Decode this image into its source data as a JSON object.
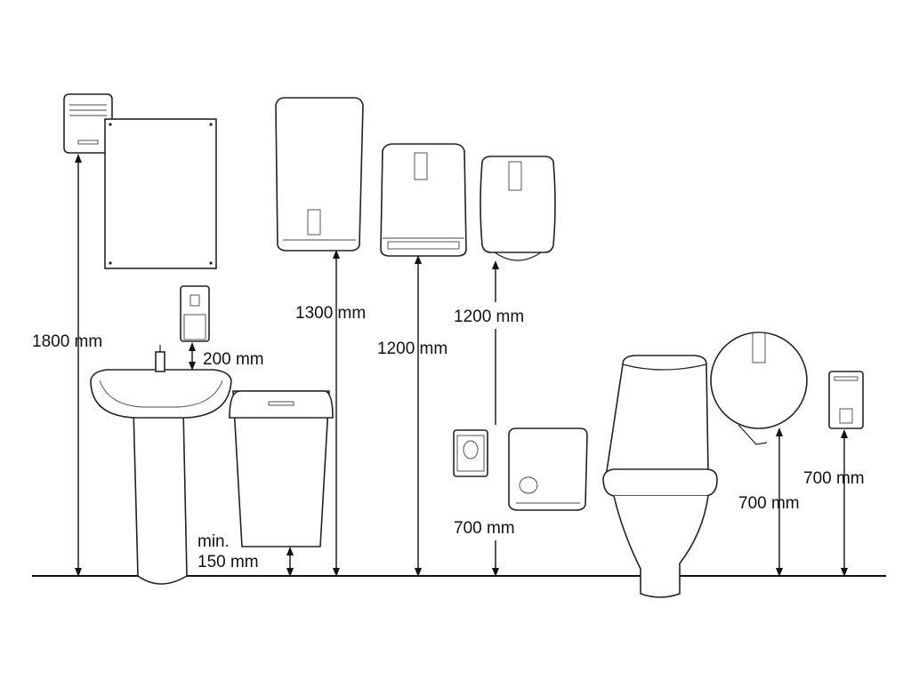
{
  "diagram": {
    "labels": {
      "hand_dryer_height": "1800 mm",
      "soap_above_tap": "200 mm",
      "bin_min_label": "min.",
      "bin_min_value": "150 mm",
      "large_towel_height": "1300 mm",
      "towel_dispenser_height": "1200 mm",
      "centerfeed_height": "1200 mm",
      "small_dispenser_height": "700 mm",
      "jumbo_roll_height": "700 mm",
      "sanitizer_height": "700 mm"
    },
    "colors": {
      "line": "#222222",
      "background": "#ffffff"
    }
  }
}
